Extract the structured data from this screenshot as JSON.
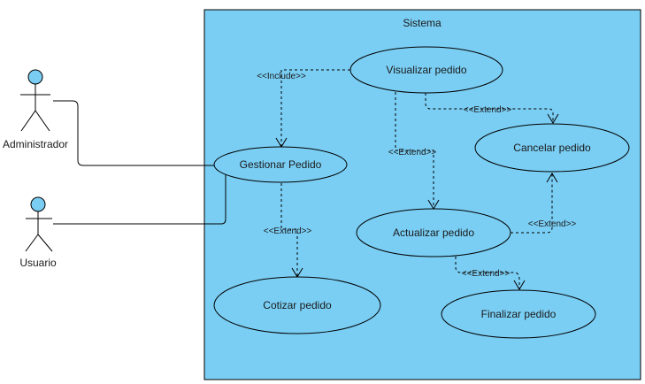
{
  "diagram": {
    "type": "use-case",
    "colors": {
      "system_fill": "#7acef4",
      "actor_head_fill": "#7acef4",
      "stroke": "#000000"
    },
    "system": {
      "title": "Sistema"
    },
    "actors": [
      {
        "id": "admin",
        "label": "Administrador"
      },
      {
        "id": "user",
        "label": "Usuario"
      }
    ],
    "use_cases": [
      {
        "id": "visualizar",
        "label": "Visualizar pedido"
      },
      {
        "id": "cancelar",
        "label": "Cancelar pedido"
      },
      {
        "id": "gestionar",
        "label": "Gestionar Pedido"
      },
      {
        "id": "actualizar",
        "label": "Actualizar pedido"
      },
      {
        "id": "cotizar",
        "label": "Cotizar pedido"
      },
      {
        "id": "finalizar",
        "label": "Finalizar pedido"
      }
    ],
    "relations": [
      {
        "from": "visualizar",
        "to": "gestionar",
        "stereotype": "<<Include>>"
      },
      {
        "from": "visualizar",
        "to": "cancelar",
        "stereotype": "<<Extend>>"
      },
      {
        "from": "visualizar",
        "to": "actualizar",
        "stereotype": "<<Extend>>"
      },
      {
        "from": "gestionar",
        "to": "cotizar",
        "stereotype": "<<Extend>>"
      },
      {
        "from": "actualizar",
        "to": "cancelar",
        "stereotype": "<<Extend>>"
      },
      {
        "from": "actualizar",
        "to": "finalizar",
        "stereotype": "<<Extend>>"
      }
    ],
    "associations": [
      {
        "actor": "admin",
        "use_case": "gestionar"
      },
      {
        "actor": "user",
        "use_case": "gestionar"
      }
    ]
  }
}
